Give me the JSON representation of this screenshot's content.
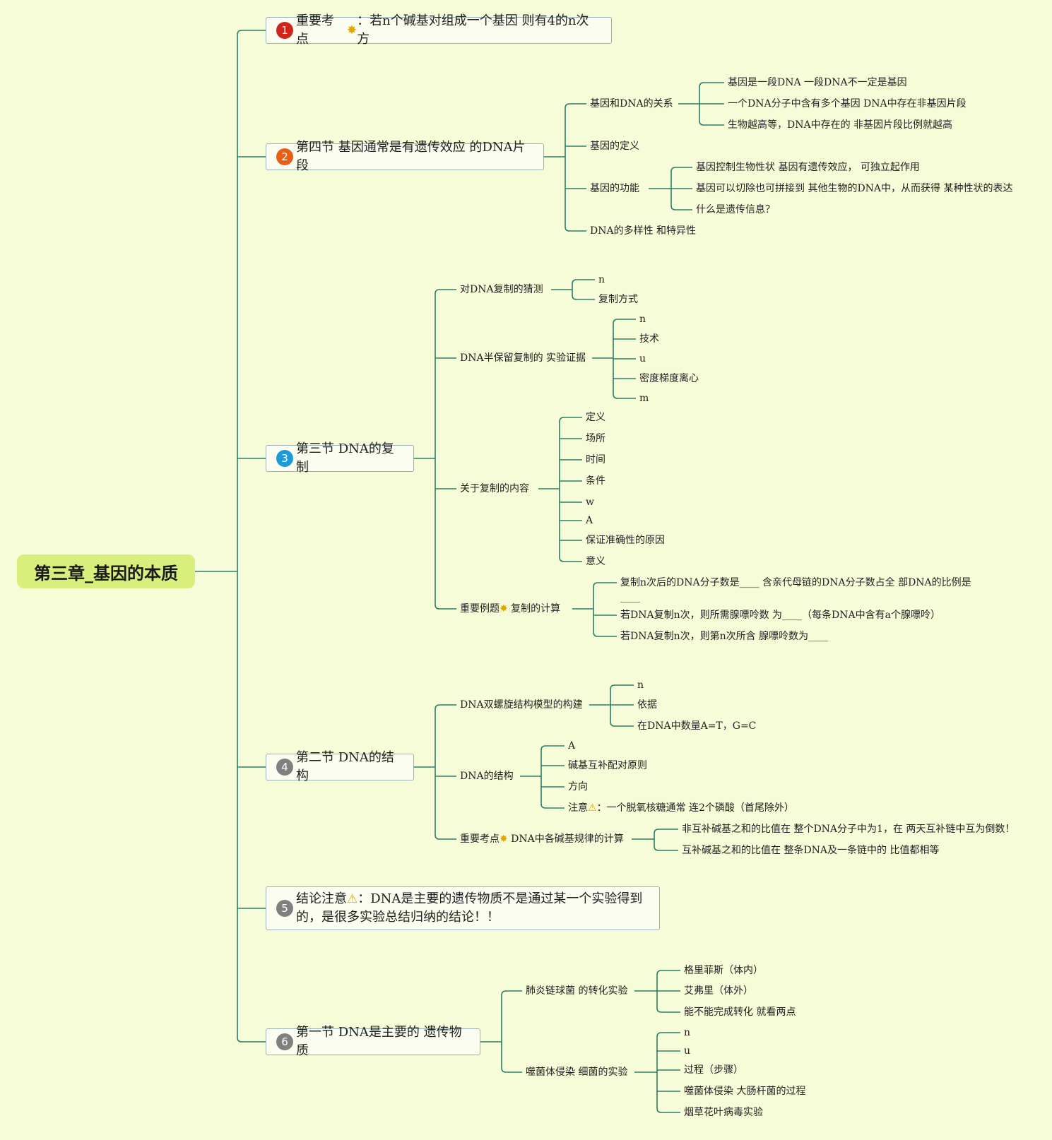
{
  "root": {
    "label": "第三章_基因的本质"
  },
  "colors": {
    "line": "#2e7d6b",
    "background": "#f6fcd8",
    "root": "#d9ef7b",
    "badge1": "#d0251a",
    "badge2": "#e85d18",
    "badge3": "#1e9ad6",
    "badge_gray": "#808080"
  },
  "sections": {
    "s1": {
      "num": "1",
      "pre": "重要考点",
      "icon": "star-icon",
      "post": "：若n个碱基对组成一个基因 则有4的n次方"
    },
    "s2": {
      "num": "2",
      "title": "第四节 基因通常是有遗传效应 的DNA片段",
      "n_rel": "基因和DNA的关系",
      "rel": [
        "基因是一段DNA 一段DNA不一定是基因",
        "一个DNA分子中含有多个基因 DNA中存在非基因片段",
        "生物越高等，DNA中存在的 非基因片段比例就越高"
      ],
      "n_def": "基因的定义",
      "n_func": "基因的功能",
      "func": [
        "基因控制生物性状 基因有遗传效应， 可独立起作用",
        "基因可以切除也可拼接到 其他生物的DNA中，从而获得 某种性状的表达",
        "什么是遗传信息？"
      ],
      "n_div": "DNA的多样性 和特异性"
    },
    "s3": {
      "num": "3",
      "title": "第三节 DNA的复制",
      "n_guess": "对DNA复制的猜测",
      "guess": [
        "n",
        "复制方式"
      ],
      "n_semi": "DNA半保留复制的 实验证据",
      "semi": [
        "n",
        "技术",
        "u",
        "密度梯度离心",
        "m"
      ],
      "n_content": "关于复制的内容",
      "content": [
        "定义",
        "场所",
        "时间",
        "条件",
        "w",
        "A",
        "保证准确性的原因",
        "意义"
      ],
      "n_ex_pre": "重要例题",
      "n_ex_post": " 复制的计算",
      "ex": [
        "复制n次后的DNA分子数是____ 含亲代母链的DNA分子数占全 部DNA的比例是",
        "____",
        "若DNA复制n次，则所需腺嘌呤数 为____（每条DNA中含有a个腺嘌呤）",
        "若DNA复制n次，则第n次所含 腺嘌呤数为____"
      ]
    },
    "s4": {
      "num": "4",
      "title": "第二节 DNA的结构",
      "n_model": "DNA双螺旋结构模型的构建",
      "model": [
        "n",
        "依据",
        "在DNA中数量A=T，G=C"
      ],
      "n_struct": "DNA的结构",
      "struct": [
        "A",
        "碱基互补配对原则",
        "方向"
      ],
      "note_pre": "注意",
      "note_post": "：一个脱氧核糖通常 连2个磷酸（首尾除外）",
      "n_calc_pre": "重要考点",
      "n_calc_post": " DNA中各碱基规律的计算",
      "calc": [
        "非互补碱基之和的比值在 整个DNA分子中为1，在 两天互补链中互为倒数！",
        "互补碱基之和的比值在 整条DNA及一条链中的 比值都相等"
      ]
    },
    "s5": {
      "num": "5",
      "pre": "结论注意",
      "icon": "warning-icon",
      "line1": "：DNA是主要的遗传物质不是通过某一个实验得到",
      "line2": "的，是很多实验总结归纳的结论！！"
    },
    "s6": {
      "num": "6",
      "title": "第一节 DNA是主要的 遗传物质",
      "n_pneu": "肺炎链球菌 的转化实验",
      "pneu": [
        "格里菲斯（体内）",
        "艾弗里（体外）",
        "能不能完成转化 就看两点"
      ],
      "n_phage": "噬菌体侵染 细菌的实验",
      "phage": [
        "n",
        "u",
        "过程（步骤）",
        "噬菌体侵染 大肠杆菌的过程",
        "烟草花叶病毒实验"
      ]
    }
  }
}
